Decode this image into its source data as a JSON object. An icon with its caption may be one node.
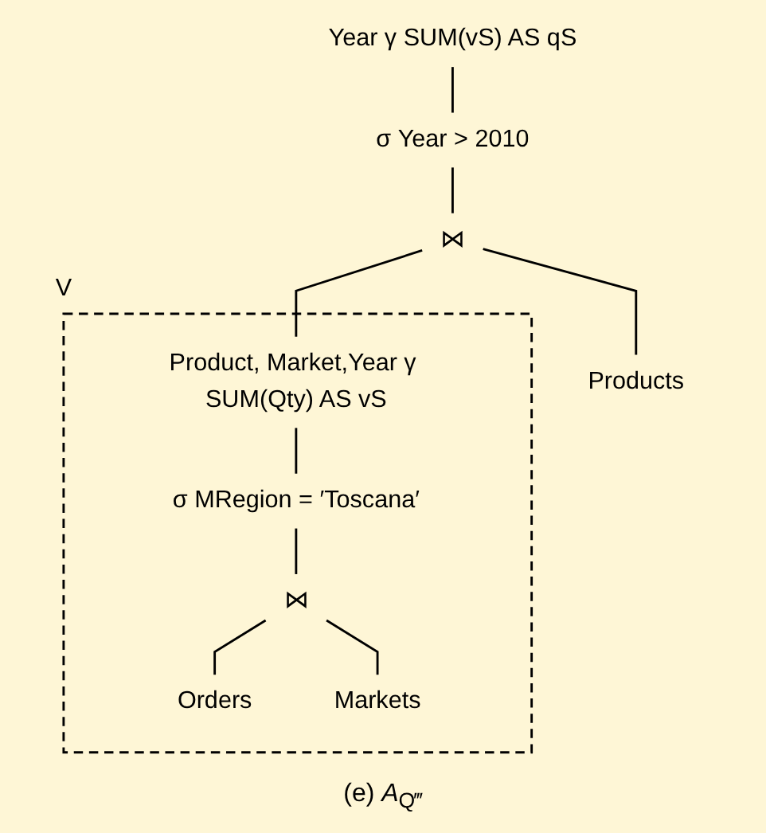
{
  "diagram": {
    "caption": "(e) *A*$_{Q‴}$",
    "nodes": [
      {
        "text": [
          "Year γ SUM(vS) AS qS"
        ]
      },
      {
        "text": [
          "σ Year > 2010"
        ]
      },
      {
        "text": [
          "⋈"
        ]
      },
      {
        "text": [
          "V"
        ]
      },
      {
        "text": [
          "Product, Market,Year γ SUM(Qty) AS vS"
        ],
        "in": 3
      },
      {
        "text": [
          "σ MRegion = ′Toscana′"
        ],
        "in": 3
      },
      {
        "text": [
          "⋈"
        ],
        "in": 3
      },
      {
        "text": [
          "Orders"
        ],
        "in": 3
      },
      {
        "text": [
          "Markets"
        ],
        "in": 3
      },
      {
        "text": [
          "Products"
        ]
      }
    ],
    "edges": [
      {
        "from": 0,
        "to": 1,
        "arrow": "none"
      },
      {
        "from": 1,
        "to": 2,
        "arrow": "none"
      },
      {
        "from": 2,
        "to": 4,
        "arrow": "none"
      },
      {
        "from": 2,
        "to": 9,
        "arrow": "none"
      },
      {
        "from": 4,
        "to": 5,
        "arrow": "none"
      },
      {
        "from": 5,
        "to": 6,
        "arrow": "none"
      },
      {
        "from": 6,
        "to": 7,
        "arrow": "none"
      },
      {
        "from": 6,
        "to": 8,
        "arrow": "none"
      }
    ]
  }
}
